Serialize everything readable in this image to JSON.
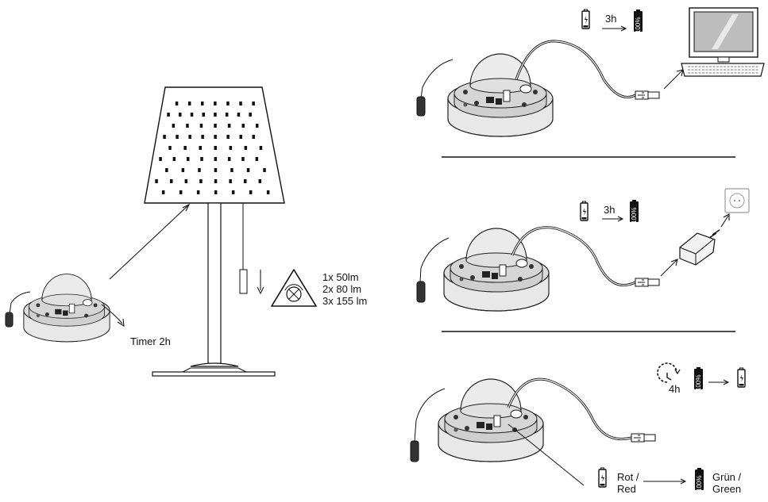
{
  "timer_label": "Timer 2h",
  "brightness_levels": [
    "1x 50lm",
    "2x 80 lm",
    "3x 155 lm"
  ],
  "charge_pc": {
    "duration": "3h"
  },
  "charge_adapter": {
    "duration": "3h"
  },
  "discharge": {
    "duration": "4h"
  },
  "battery_full_text": "100%",
  "indicator": {
    "red": "Rot /\nRed",
    "green": "Grün /\nGreen"
  },
  "icons": [
    "battery-empty-icon",
    "battery-full-icon",
    "computer-icon",
    "usb-plug-icon",
    "wall-socket-icon",
    "usb-power-adapter-icon",
    "clock-icon",
    "touch-dimmer-icon"
  ]
}
